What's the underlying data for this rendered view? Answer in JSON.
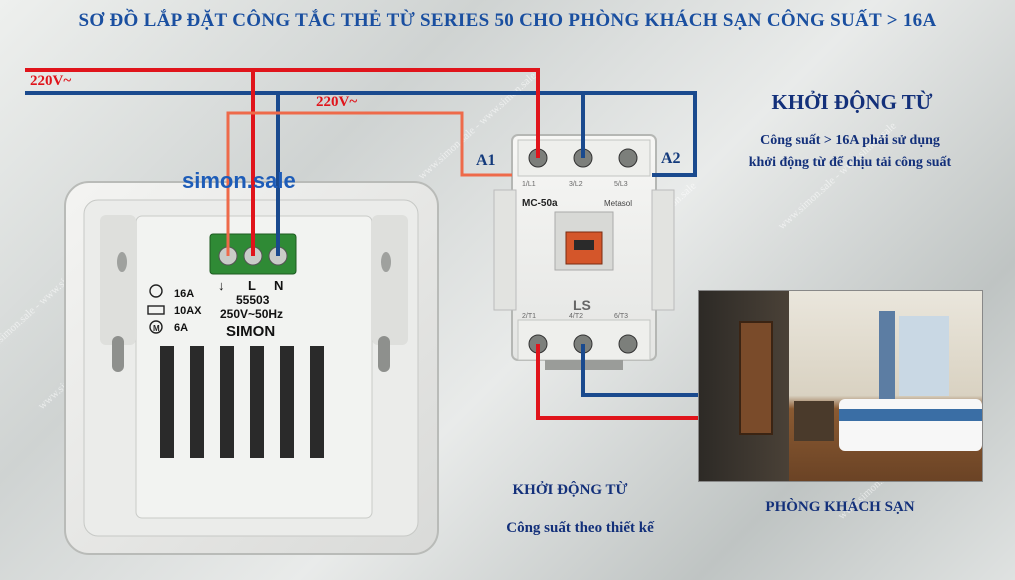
{
  "title": "SƠ ĐỒ LẮP ĐẶT CÔNG TẮC THẺ TỪ SERIES 50 CHO PHÒNG KHÁCH SẠN CÔNG SUẤT > 16A",
  "watermark": "www.simon.sale - www.simon.sale",
  "supply_label_main": "220V~",
  "supply_label_branch": "220V~",
  "coil_a1": "A1",
  "coil_a2": "A2",
  "contactor_heading": "KHỞI ĐỘNG TỪ",
  "contactor_note_line1": "Công suất > 16A phải sử dụng",
  "contactor_note_line2": "khởi động từ để chịu tải công suất",
  "brand_text": "simon.sale",
  "switch": {
    "terminal_labels": [
      "↓",
      "L",
      "N"
    ],
    "model": "55503",
    "rating_voltage": "250V~50Hz",
    "brand": "SIMON",
    "rating_lamp": "16A",
    "rating_heater": "10AX",
    "rating_motor": "6A"
  },
  "contactor": {
    "model": "MC-50a",
    "maker": "Metasol",
    "logo": "LS",
    "top_terminals": [
      "1/L1",
      "3/L2",
      "5/L3"
    ],
    "bottom_terminals": [
      "2/T1",
      "4/T2",
      "6/T3"
    ]
  },
  "caption_contactor_1": "KHỞI ĐỘNG TỪ",
  "caption_contactor_2": "Công suất theo thiết kế",
  "caption_room": "PHÒNG KHÁCH SẠN",
  "colors": {
    "live": "#e0141b",
    "neutral": "#1a4a8e",
    "branch": "#ee6a4a",
    "text": "#13307a"
  }
}
